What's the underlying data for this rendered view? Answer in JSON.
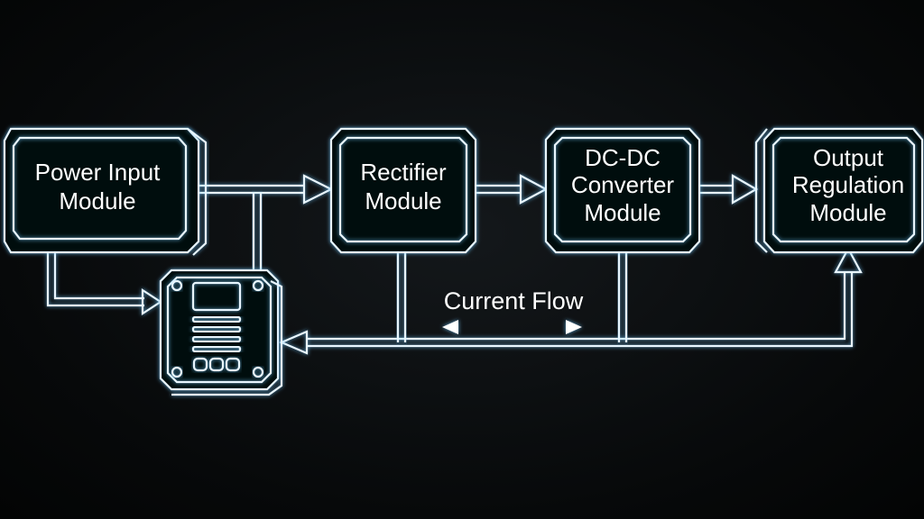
{
  "modules": [
    {
      "id": "power-input",
      "lines": [
        "Power Input",
        "Module"
      ]
    },
    {
      "id": "rectifier",
      "lines": [
        "Rectifier",
        "Module"
      ]
    },
    {
      "id": "dc-dc-converter",
      "lines": [
        "DC-DC",
        "Converter",
        "Module"
      ]
    },
    {
      "id": "output-regulation",
      "lines": [
        "Output",
        "Regulation",
        "Module"
      ]
    }
  ],
  "annotation": {
    "current_flow": "Current Flow"
  },
  "colors": {
    "background": "#050607",
    "line": "#e8f6ff",
    "glow": "#6fc8ff"
  }
}
